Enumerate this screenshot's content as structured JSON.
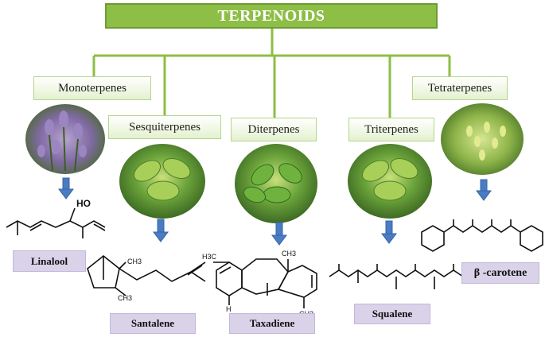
{
  "title": "TERPENOIDS",
  "classes": [
    {
      "name": "Monoterpenes",
      "example": "Linalool"
    },
    {
      "name": "Sesquiterpenes",
      "example": "Santalene"
    },
    {
      "name": "Diterpenes",
      "example": "Taxadiene"
    },
    {
      "name": "Triterpenes",
      "example": "Squalene"
    },
    {
      "name": "Tetraterpenes",
      "example": "β -carotene"
    }
  ],
  "structure_labels": {
    "hydroxyl": "HO",
    "methyl": "CH3",
    "methyl_left": "H3C",
    "hydrogen": "H"
  },
  "colors": {
    "header_fill": "#8dbe46",
    "arrow": "#4a7cc2",
    "label_fill": "#d9d2e8"
  }
}
